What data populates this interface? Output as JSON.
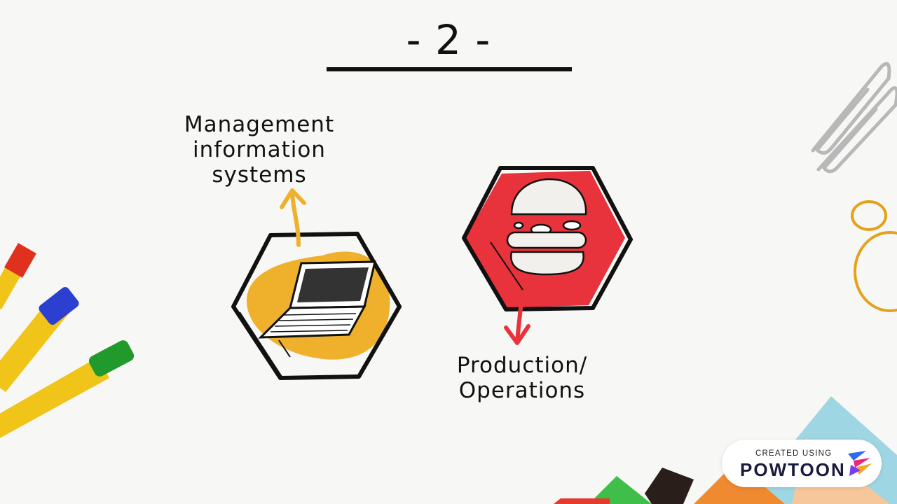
{
  "slide": {
    "number_label": "- 2 -"
  },
  "labels": {
    "mis": "Management information systems",
    "operations": "Production/ Operations"
  },
  "badge": {
    "top": "CREATED USING",
    "brand": "POWTOON"
  },
  "colors": {
    "background": "#f7f7f5",
    "laptop_fill": "#efb12c",
    "burger_fill": "#e8323c",
    "arrow_up": "#efb12c",
    "arrow_down": "#e8323c",
    "outline": "#111111"
  },
  "icons": [
    "laptop-icon",
    "burger-icon",
    "pen-icon",
    "paperclip-icon",
    "rubber-band-icon",
    "paper-icon",
    "powtoon-logo-icon"
  ]
}
